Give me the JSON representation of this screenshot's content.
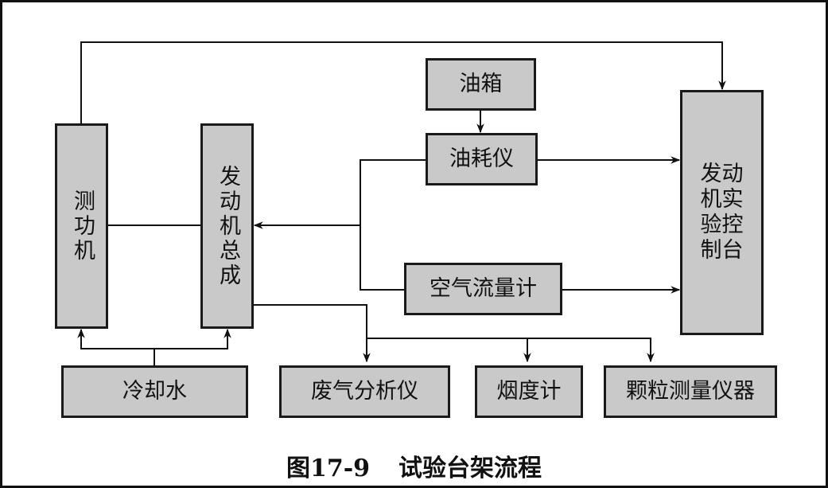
{
  "nodes": {
    "dynamometer": "测功机",
    "engine_assembly": "发动机总成",
    "fuel_tank": "油箱",
    "fuel_meter": "油耗仪",
    "air_flow_meter": "空气流量计",
    "test_console": "发动机实验控制台",
    "cooling_water": "冷却水",
    "exhaust_analyzer": "废气分析仪",
    "smoke_meter": "烟度计",
    "particle_instrument": "颗粒测量仪器"
  },
  "caption": {
    "number": "图17-9",
    "title": "试验台架流程"
  }
}
